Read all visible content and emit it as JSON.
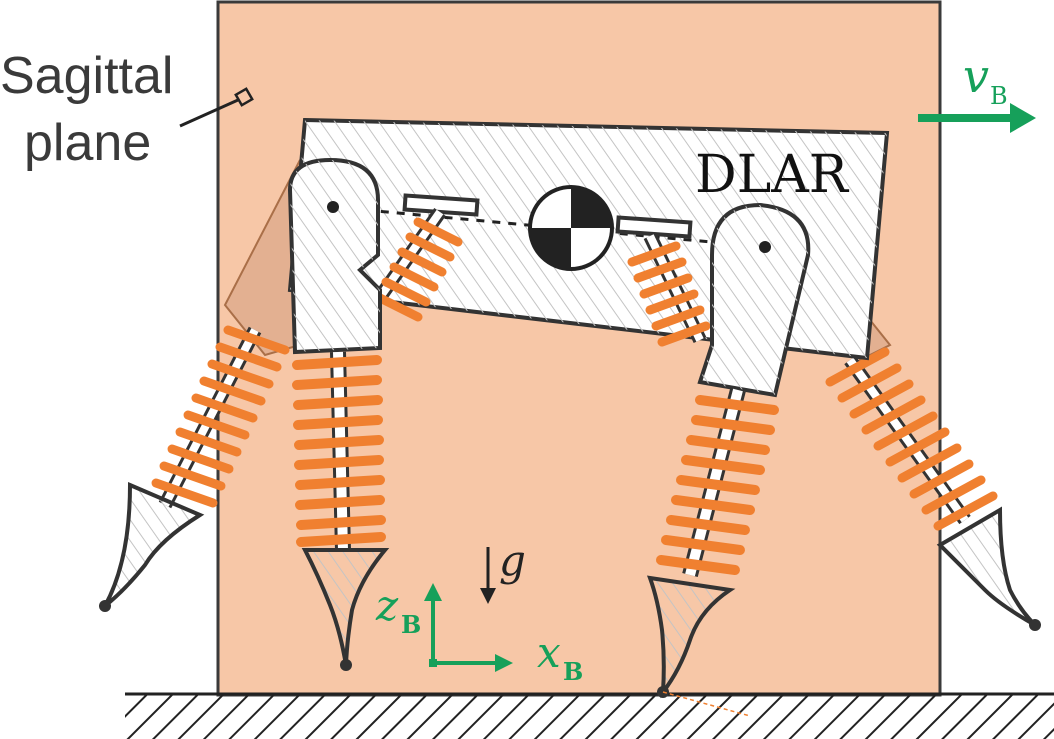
{
  "labels": {
    "sagittal_line1": "Sagittal",
    "sagittal_line2": "plane",
    "velocity_main": "v",
    "velocity_sub": "B",
    "gravity": "g",
    "axis_z_main": "z",
    "axis_z_sub": "B",
    "axis_x_main": "x",
    "axis_x_sub": "B",
    "logo_text": "DLAR"
  },
  "colors": {
    "plane_fill": "#f7c7a7",
    "plane_stroke": "#3a3a3a",
    "spring": "#f08030",
    "spring_dark": "#8a4a20",
    "axis_green": "#16a05a",
    "body_outline": "#333333",
    "hatch": "#bdbdbd"
  },
  "icons": {
    "com_marker": "center-of-mass-icon",
    "velocity_arrow": "right-arrow-icon",
    "gravity_arrow": "down-arrow-icon",
    "ground": "hatched-ground-icon"
  }
}
